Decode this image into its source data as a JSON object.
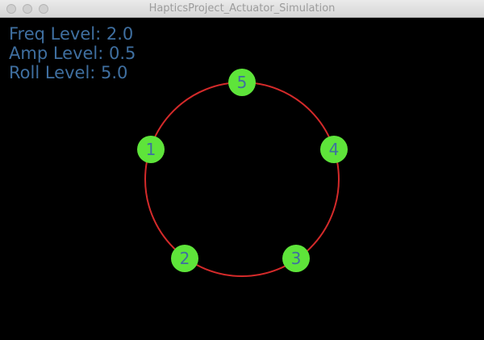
{
  "window": {
    "title": "HapticsProject_Actuator_Simulation"
  },
  "levels": {
    "freq": "Freq Level: 2.0",
    "amp": "Amp Level: 0.5",
    "roll": "Roll Level: 5.0"
  },
  "actuators": [
    {
      "label": "1"
    },
    {
      "label": "2"
    },
    {
      "label": "3"
    },
    {
      "label": "4"
    },
    {
      "label": "5"
    }
  ],
  "colors": {
    "ring": "#d42a2a",
    "actuator_fill": "#5ee43a",
    "label_text": "#3f6fa0",
    "background": "#000000"
  },
  "icons": {
    "close": "close-icon",
    "minimize": "minimize-icon",
    "maximize": "maximize-icon"
  }
}
